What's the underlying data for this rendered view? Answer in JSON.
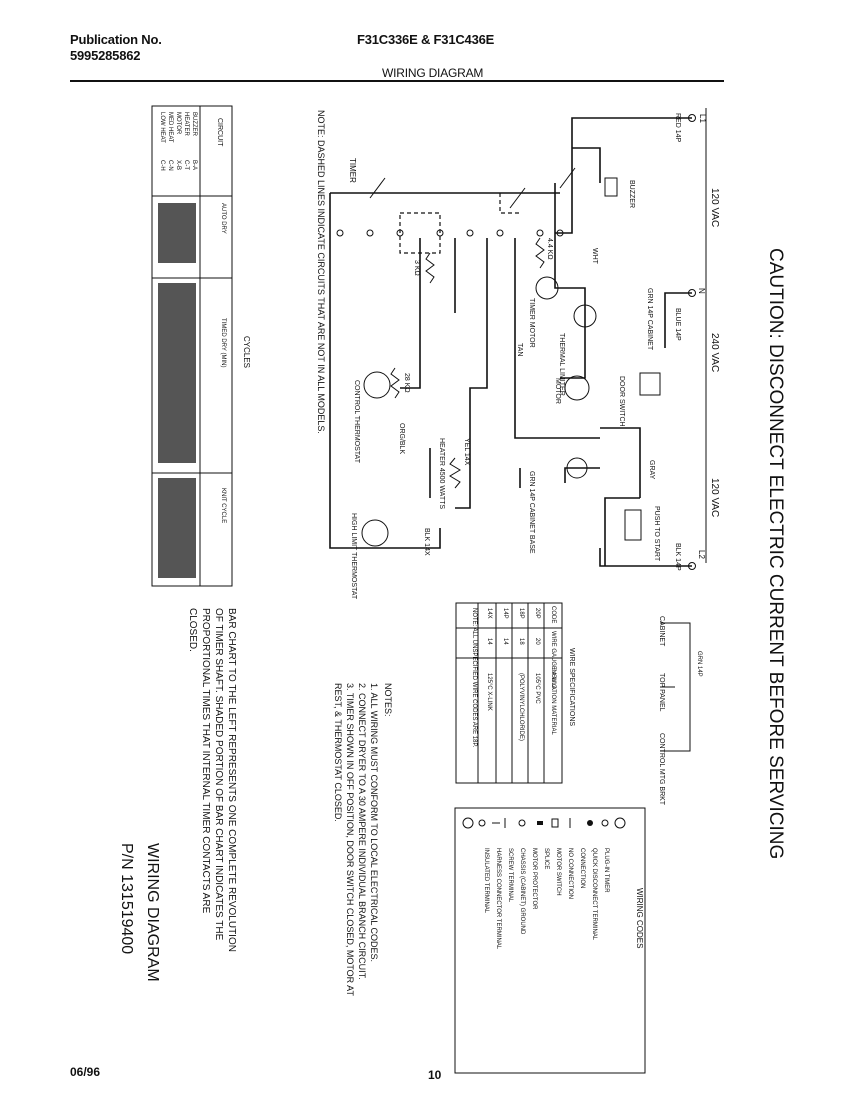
{
  "header": {
    "publication_label": "Publication No.",
    "publication_number": "5995285862",
    "models": "F31C336E & F31C436E",
    "section_title": "WIRING DIAGRAM"
  },
  "caution": "CAUTION: DISCONNECT ELECTRIC CURRENT BEFORE SERVICING",
  "voltage": {
    "left": "120 VAC",
    "middle": "240 VAC",
    "right": "120 VAC"
  },
  "terminals": {
    "l1": "L1",
    "l2": "L2",
    "n": "N",
    "wire_red": "RED 14P",
    "wire_blk": "BLK 14P",
    "wire_blue": "BLUE 14P",
    "grn_cabinet": "GRN 14P CABINET",
    "buzzer": "BUZZER",
    "timer": "TIMER"
  },
  "components": {
    "timer_motor": "TIMER MOTOR",
    "thermal_limiter": "THERMAL LIMITER",
    "door_switch": "DOOR SWITCH",
    "push_to_start": "PUSH TO START",
    "motor": "MOTOR",
    "heater": "HEATER 4500 WATTS",
    "control_thermostat": "CONTROL THERMOSTAT",
    "high_limit_thermostat": "HIGH LIMIT THERMOSTAT",
    "cabinet_base": "GRN 14P CABINET BASE",
    "kohms_1": "4.4 KΩ",
    "kohms_2": "3 KΩ",
    "kohms_3": "28 KΩ",
    "wire_wht": "WHT",
    "wire_tan": "TAN",
    "wire_gray": "GRAY",
    "wire_org_blk": "ORG/BLK",
    "wire_yel": "YEL 14X",
    "wire_blk_14x": "BLK 14X"
  },
  "note": "NOTE: DASHED LINES INDICATE CIRCUITS THAT ARE NOT IN ALL MODELS.",
  "cycles_table": {
    "title": "CYCLES",
    "circuit_header": "CIRCUIT",
    "groups": [
      "AUTO DRY",
      "TIMED DRY (MIN)",
      "KNIT CYCLE"
    ],
    "rows": [
      {
        "name": "BUZZER",
        "code": "B-A"
      },
      {
        "name": "HEATER",
        "code": "C-T"
      },
      {
        "name": "MOTOR",
        "code": "X-B"
      },
      {
        "name": "MED HEAT",
        "code": "C-N"
      },
      {
        "name": "LOW HEAT",
        "code": "C-H"
      }
    ]
  },
  "bar_chart_note": "BAR CHART TO THE LEFT REPRESENTS ONE COMPLETE REVOLUTION OF TIMER SHAFT. SHADED PORTION OF BAR CHART INDICATES THE PROPORTIONAL TIMES THAT INTERNAL TIMER CONTACTS ARE CLOSED.",
  "grounds": {
    "cabinet": "CABINET",
    "top_panel": "TOP PANEL",
    "control_mtg_bracket": "CONTROL MTG BRKT",
    "grn_14p": "GRN 14P"
  },
  "wire_specs": {
    "title": "WIRE SPECIFICATIONS",
    "headers": [
      "CODE",
      "WIRE GAUGE A.W.G.",
      "INSULATION MATERIAL"
    ],
    "rows": [
      [
        "20P",
        "20",
        "105°C PVC"
      ],
      [
        "18P",
        "18",
        "(POLYVINYLCHLORIDE)"
      ],
      [
        "14P",
        "14",
        ""
      ],
      [
        "14X",
        "14",
        "125°C X-LINK"
      ]
    ],
    "note": "NOTE: ALL UNSPECIFIED WIRE CODES ARE 18P."
  },
  "notes": {
    "title": "NOTES:",
    "items": [
      "1. ALL WIRING MUST CONFORM TO LOCAL ELECTRICAL CODES.",
      "2. CONNECT DRYER TO A 30 AMPERE INDIVIDUAL BRANCH CIRCUIT.",
      "3. TIMER SHOWN IN OFF POSITION, DOOR SWITCH CLOSED, MOTOR AT REST, & THERMOSTAT CLOSED."
    ]
  },
  "wiring_codes": {
    "title": "WIRING CODES",
    "items": [
      {
        "icon": "plug-in-timer-icon",
        "label": "PLUG-IN TIMER"
      },
      {
        "icon": "quick-disconnect-icon",
        "label": "QUICK DISCONNECT TERMINAL"
      },
      {
        "icon": "connection-icon",
        "label": "CONNECTION"
      },
      {
        "icon": "no-connection-icon",
        "label": "NO CONNECTION"
      },
      {
        "icon": "motor-switch-icon",
        "label": "MOTOR SWITCH"
      },
      {
        "icon": "splice-icon",
        "label": "SPLICE"
      },
      {
        "icon": "motor-protector-icon",
        "label": "MOTOR PROTECTOR"
      },
      {
        "icon": "chassis-ground-icon",
        "label": "CHASSIS (CABINET) GROUND"
      },
      {
        "icon": "screw-terminal-icon",
        "label": "SCREW TERMINAL"
      },
      {
        "icon": "harness-connector-icon",
        "label": "HARNESS CONNECTOR TERMINAL"
      },
      {
        "icon": "insulated-terminal-icon",
        "label": "INSULATED TERMINAL"
      }
    ]
  },
  "part_number": {
    "title": "WIRING DIAGRAM",
    "number": "P/N 131519400"
  },
  "footer": {
    "date": "06/96",
    "page": "10"
  }
}
